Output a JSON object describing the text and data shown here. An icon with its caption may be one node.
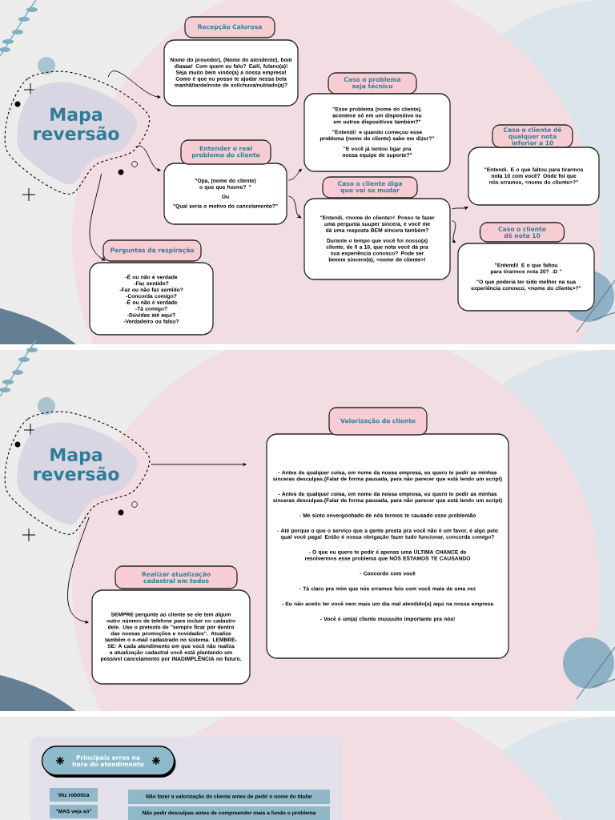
{
  "diagram": {
    "nodes": [
      {
        "text": [
          "Mapa reversão"
        ]
      },
      {
        "text": [
          "Recepção Calorosa",
          "Nome do provedor), (Nome do atendente), bom diaaaa! Com quem eu falo? Eaiii, fulano(a)! Seja muito bem vindo(a) a nossa empresa! Como é que eu posso te ajudar nessa bela manhã/tarde/noite de sol/chuva/nublado(a)?"
        ]
      },
      {
        "text": [
          "Entender o real problema do cliente",
          "\"Opa, (nome do cliente) o que que houve? \"",
          "Ou",
          "\"Qual seria o motivo do cancelamento?\""
        ]
      },
      {
        "text": [
          "Perguntas da respiração",
          "-É ou não é verdade",
          "-Faz sentido?",
          "-Faz ou não faz sentido?",
          "-Concorda comigo?",
          "-É ou não é verdade",
          "-Tá comigo?",
          "-Dúvidas até aqui?",
          "-Verdadeiro ou falso?"
        ]
      },
      {
        "text": [
          "Caso o problema seja técnico",
          "\"Esse problema (nome do cliente), acontece só em um dispositivo ou em outros dispositivos também?\"",
          "\"Entendi! e quando começou esse problema (nome do cliente) sabe me dizer?\"",
          "\"E você já tentou ligar pra nossa equipe de suporte?\""
        ]
      },
      {
        "text": [
          "Caso o cliente diga que vai se mudar",
          "\"Entendi, <nome do cliente>! Posso te fazer uma pergunta suuper sincera, e você me dá uma resposta BEM sincera também?",
          "Durante o tempo que você foi nosso(a) cliente, de 0 a 10, que nota você dá pra sua experiência conosco? Pode ser beeem sincero(a), <nome do cliente>!"
        ]
      },
      {
        "text": [
          "Caso o cliente dê qualquer nota inferior a 10",
          "\"Entendi. E o que faltou para tirarmos nota 10 com você? Onde foi que nós erramos, <nome do cliente>?\""
        ]
      },
      {
        "text": [
          "Caso o cliente dê nota 10",
          "\"Entendi! E o que faltou para tirarmos nota 20? :D \"",
          "\"O que poderia ter sido melhor na sua experiência conosco, <nome do cliente>?\""
        ]
      },
      {
        "text": [
          "Mapa reversão"
        ]
      },
      {
        "text": [
          "Valorização do cliente",
          "- Antes de qualquer coisa, em nome da nossa empresa, eu quero te pedir as minhas sinceras desculpas.(Falar de forma pausada, para não parecer que está lendo um script)",
          "- Antes de qualquer coisa, em nome da nossa empresa, eu quero te pedir as minhas sinceras desculpas.(Falar de forma pausada, para não parecer que está lendo um script)",
          "- Me sinto envergonhado de nós termos te causado esse problemão",
          "- Até porque o que o serviço que a gente presta pra você não é um favor, é algo pelo qual você paga! Então é nossa obrigação fazer tudo funcionar, concorda comigo?",
          "- O que eu quero te pedir é apenas uma ÚLTIMA CHANCE de resolvermos esse problema que NÓS ESTAMOS TE CAUSANDO",
          "- Concordo com você",
          "- Tá claro pra mim que nós erramos feio com você mais de uma vez",
          "- Eu não aceito ter você nem mais um dia mal atendido(a) aqui na nossa empresa",
          "- Você é um(a) cliente muuuuito importante pra nós!"
        ]
      },
      {
        "text": [
          "Realizar atualização cadastral em todos",
          "SEMPRE pergunte ao cliente se ele tem algum outro número de telefone para incluir no cadastro dele. Use o pretexto de \"sempre ficar por dentro das nossas promoções e novidades\". Atualize também o e-mail cadastrado no sistema. LEMBRE-SE: A cada atendimento em que você não realiza a atualização cadastral você está plantando um possível cancelamento por INADIMPLÊNCIA no futuro."
        ]
      },
      {
        "text": [
          "Principais erros na hora do atendimento"
        ]
      },
      {
        "text": [
          "Voz robótica"
        ]
      },
      {
        "text": [
          "Não fazer a valorização do cliente antes de pedir o nome do titular"
        ]
      },
      {
        "text": [
          "\"MAS veja só\""
        ]
      },
      {
        "text": [
          "Não pedir desculpas antes de compreender mais a fundo o problema"
        ]
      }
    ],
    "edges": [
      {
        "from": 0,
        "to": 1,
        "arrow": "to"
      },
      {
        "from": 0,
        "to": 2,
        "arrow": "to"
      },
      {
        "from": 0,
        "to": 3,
        "arrow": "to"
      },
      {
        "from": 2,
        "to": 4,
        "arrow": "to"
      },
      {
        "from": 2,
        "to": 5,
        "arrow": "to"
      },
      {
        "from": 5,
        "to": 6,
        "arrow": "to"
      },
      {
        "from": 5,
        "to": 7,
        "arrow": "to"
      },
      {
        "from": 8,
        "to": 9,
        "arrow": "to"
      },
      {
        "from": 8,
        "to": 10,
        "arrow": "to"
      }
    ]
  }
}
